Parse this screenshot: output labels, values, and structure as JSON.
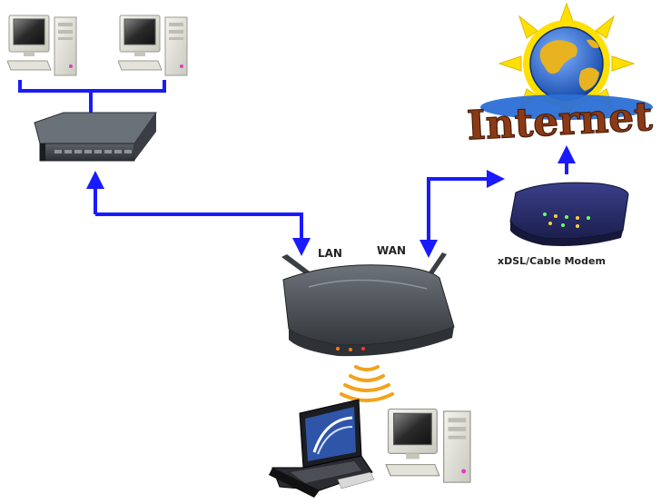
{
  "labels": {
    "lan": "LAN",
    "wan": "WAN",
    "modem": "xDSL/Cable Modem",
    "internet": "Internet"
  },
  "colors": {
    "link": "#1a1aff",
    "internet_text": "#8a3b16",
    "sun": "#ffe000",
    "globe_ocean": "#2b6fd6",
    "globe_land": "#e8b320",
    "device_gray": "#4a4f55",
    "wireless": "#f2a21b"
  },
  "icons": {
    "desktop_pc": "desktop-computer-icon",
    "switch": "network-switch-icon",
    "router": "wireless-router-icon",
    "modem": "modem-icon",
    "internet": "internet-globe-icon",
    "laptop": "laptop-icon",
    "wireless": "wireless-signal-icon"
  }
}
